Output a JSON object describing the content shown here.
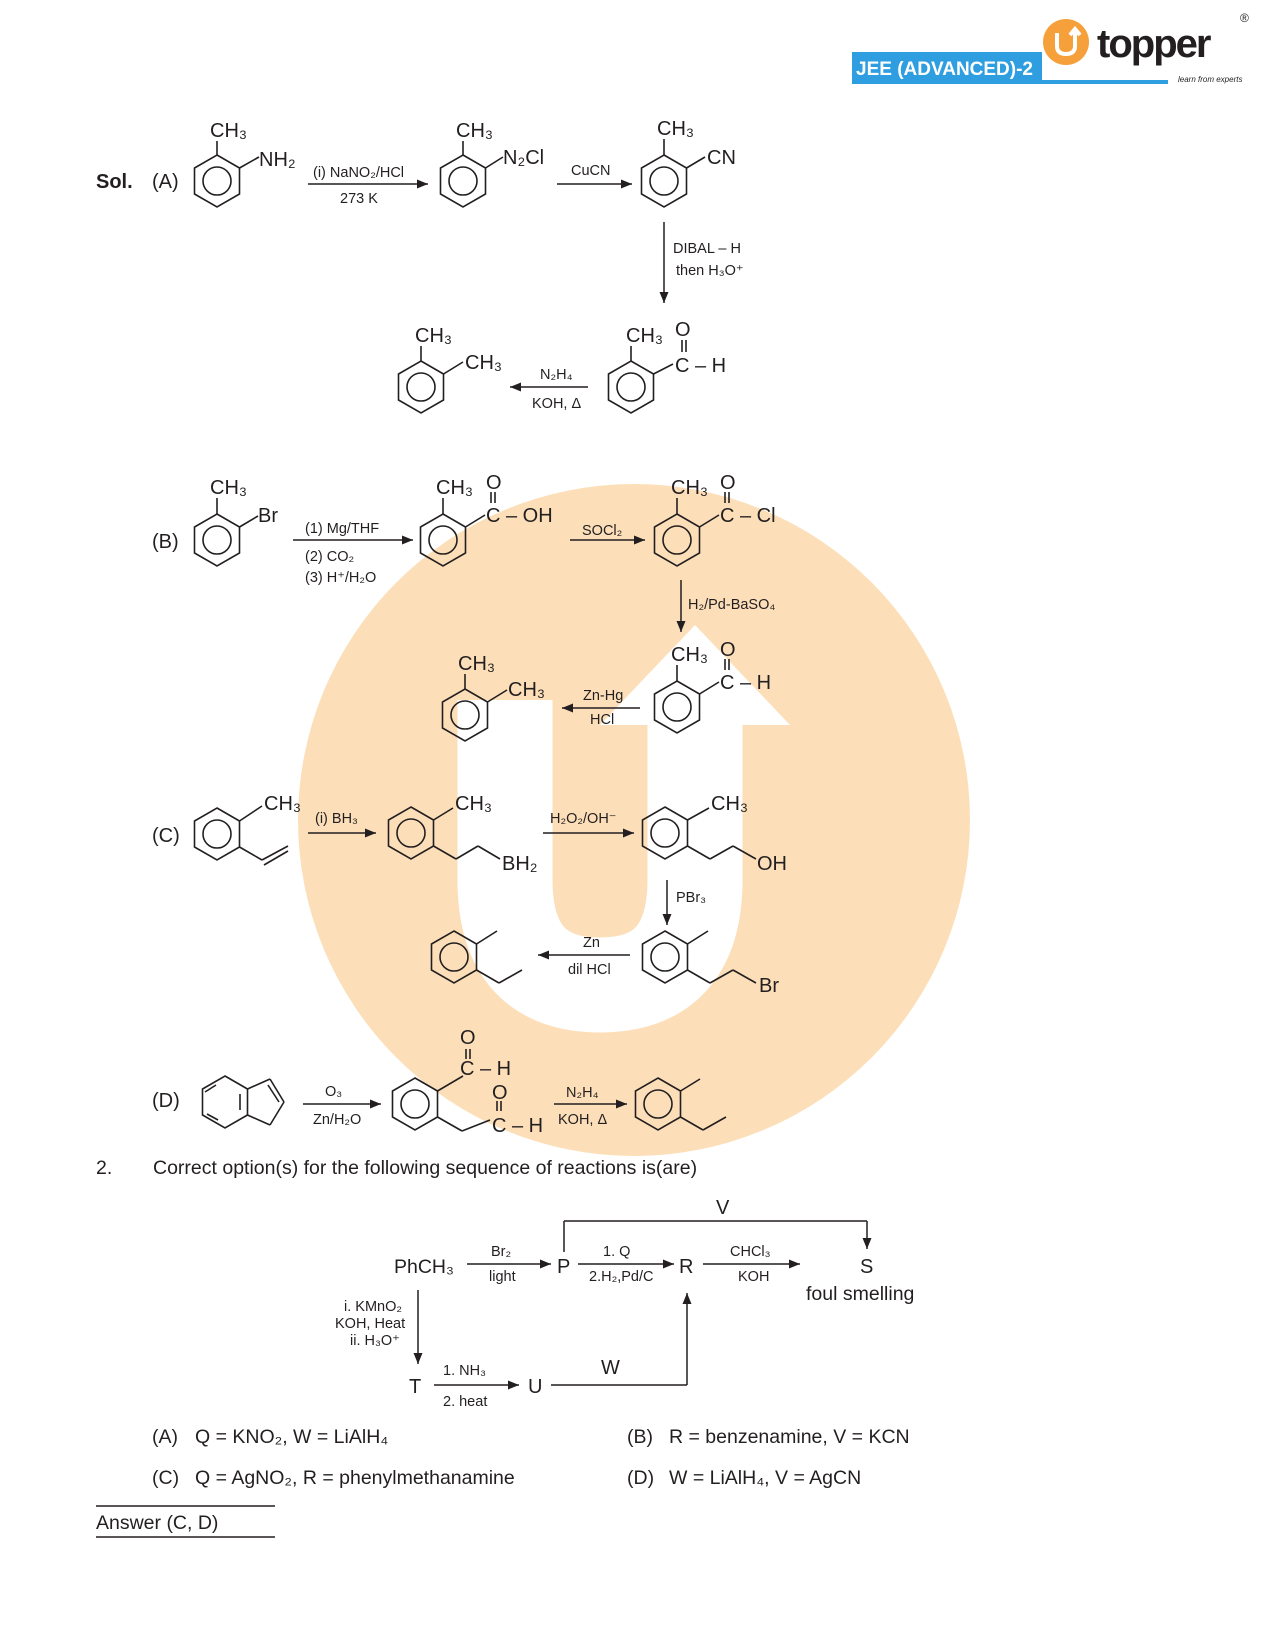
{
  "header": {
    "exam_label": "JEE (ADVANCED)-2",
    "logo_text": "topper",
    "logo_tagline": "learn from experts",
    "logo_mark": "®",
    "colors": {
      "header_bar": "#2e9ee0",
      "logo_orange": "#f5a03a",
      "watermark": "#fbd9ad"
    }
  },
  "solution": {
    "sol_label": "Sol.",
    "A": {
      "label": "(A)",
      "ch3": "CH₃",
      "nh2": "NH₂",
      "r1_top": "(i) NaNO₂/HCl",
      "r1_bottom": "273 K",
      "n2cl": "N₂Cl",
      "r2_top": "CuCN",
      "cn": "CN",
      "r3_top": "DIBAL – H",
      "r3_bottom": "then H₃O⁺",
      "o": "O",
      "cho": "C – H",
      "r4_top": "N₂H₄",
      "r4_bottom": "KOH, Δ"
    },
    "B": {
      "label": "(B)",
      "ch3": "CH₃",
      "br": "Br",
      "r1_1": "(1) Mg/THF",
      "r1_2": "(2) CO₂",
      "r1_3": "(3) H⁺/H₂O",
      "o": "O",
      "cooh": "C – OH",
      "r2_top": "SOCl₂",
      "cocl": "C – Cl",
      "r3_side": "H₂/Pd-BaSO₄",
      "cho": "C – H",
      "r4_top": "Zn-Hg",
      "r4_bottom": "HCl"
    },
    "C": {
      "label": "(C)",
      "ch3": "CH₃",
      "r1_top": "(i) BH₃",
      "bh2": "BH₂",
      "r2_top": "H₂O₂/OH⁻",
      "oh": "OH",
      "r3_side": "PBr₃",
      "br": "Br",
      "r4_top": "Zn",
      "r4_bottom": "dil HCl"
    },
    "D": {
      "label": "(D)",
      "r1_top": "O₃",
      "r1_bottom": "Zn/H₂O",
      "o": "O",
      "cho": "C – H",
      "r2_top": "N₂H₄",
      "r2_bottom": "KOH, Δ"
    }
  },
  "question2": {
    "number": "2.",
    "text": "Correct option(s) for the following sequence of reactions is(are)",
    "scheme": {
      "phch3": "PhCH₃",
      "br2": "Br₂",
      "light": "light",
      "p": "P",
      "q1": "1. Q",
      "q2": "2.H₂,Pd/C",
      "r": "R",
      "chcl3": "CHCl₃",
      "koh": "KOH",
      "s": "S",
      "foul": "foul smelling",
      "v": "V",
      "t_r1": "i. KMnO₂",
      "t_r2": "KOH, Heat",
      "t_r3": "ii. H₃O⁺",
      "t": "T",
      "nh3": "1. NH₃",
      "heat": "2. heat",
      "u": "U",
      "w": "W"
    },
    "options": [
      {
        "label": "(A)",
        "text": "Q = KNO₂, W = LiAlH₄"
      },
      {
        "label": "(B)",
        "text": "R = benzenamine, V = KCN"
      },
      {
        "label": "(C)",
        "text": "Q = AgNO₂, R = phenylmethanamine"
      },
      {
        "label": "(D)",
        "text": "W = LiAlH₄, V = AgCN"
      }
    ],
    "answer": "Answer (C, D)"
  }
}
